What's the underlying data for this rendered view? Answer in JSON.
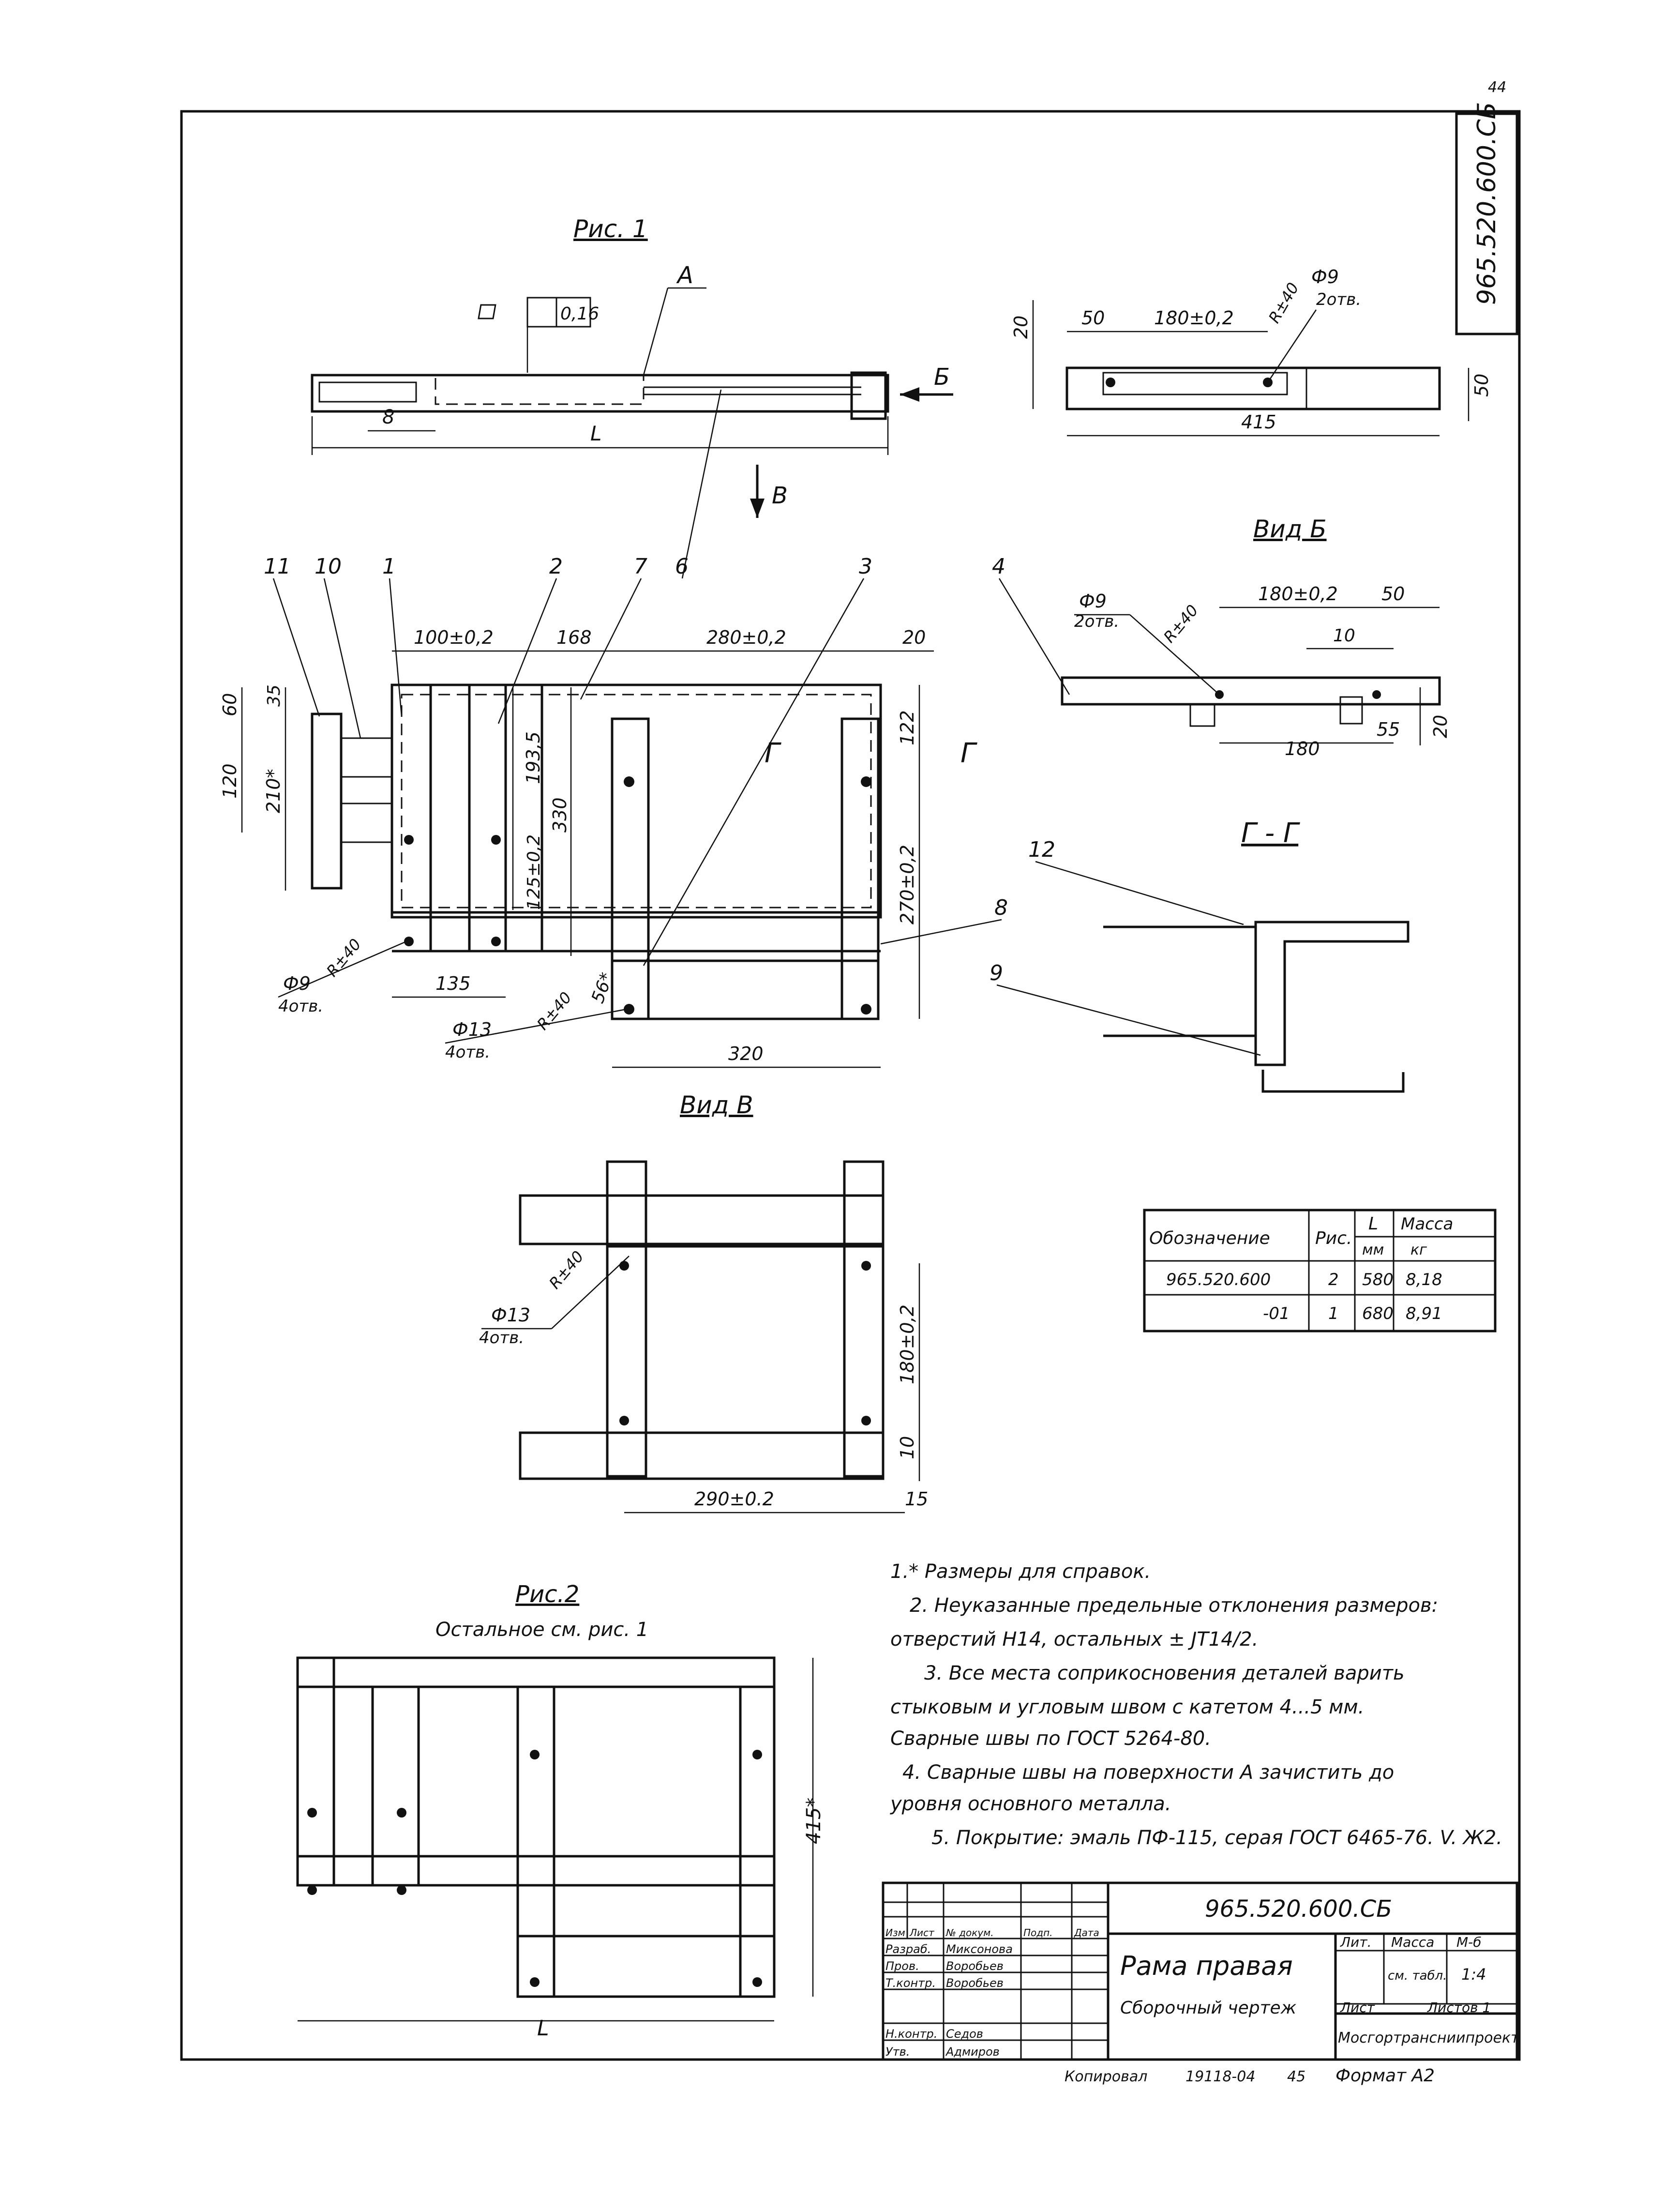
{
  "page_number": "44",
  "doc_code_vertical": "965.520.600.СБ",
  "fig1": {
    "title": "Рис. 1",
    "label_A": "А",
    "label_B_arrow": "Б",
    "label_V_arrow": "В",
    "flatness_tol": "0,16",
    "dim_8": "8",
    "dim_L": "L",
    "pos": [
      "11",
      "10",
      "1",
      "2",
      "7",
      "6",
      "3",
      "4",
      "8",
      "12",
      "9"
    ],
    "dims": {
      "d100": "100±0,2",
      "d168": "168",
      "d280": "280±0,2",
      "d20": "20",
      "d60": "60",
      "d35": "35",
      "d120": "120",
      "d210": "210*",
      "d193": "193,5",
      "d125": "125±0,2",
      "d330": "330",
      "d122": "122",
      "d270": "270±0,2",
      "d135": "135",
      "d56": "56*",
      "d320": "320",
      "phi9": "Ф9",
      "holes4a": "4отв.",
      "r40a": "R±40",
      "phi13": "Ф13",
      "holes4b": "4отв.",
      "r40b": "R±40"
    },
    "section_mark": "Г"
  },
  "top_right": {
    "dim_20": "20",
    "dim_50": "50",
    "dim_180": "180±0,2",
    "r40": "R±40",
    "phi9": "Ф9",
    "holes2": "2отв.",
    "dim_50b": "50",
    "dim_415": "415"
  },
  "view_B": {
    "title": "Вид Б",
    "phi9": "Ф9",
    "holes2": "2отв.",
    "r40": "R±40",
    "dim_180": "180±0,2",
    "dim_50": "50",
    "dim_10": "10",
    "dim_180b": "180",
    "dim_55": "55",
    "dim_20": "20"
  },
  "section_GG": {
    "title": "Г - Г"
  },
  "view_V": {
    "title": "Вид В",
    "phi13": "Ф13",
    "holes4": "4отв.",
    "r40": "R±40",
    "dim_180": "180±0,2",
    "dim_10": "10",
    "dim_290": "290±0.2",
    "dim_15": "15"
  },
  "variant_table": {
    "headers": [
      "Обозначение",
      "Рис.",
      "L",
      "Масса"
    ],
    "units": [
      "мм",
      "кг"
    ],
    "rows": [
      [
        "965.520.600",
        "2",
        "580",
        "8,18"
      ],
      [
        "-01",
        "1",
        "680",
        "8,91"
      ]
    ]
  },
  "fig2": {
    "title": "Рис.2",
    "subtitle": "Остальное см. рис. 1",
    "dim_415": "415*",
    "dim_L": "L"
  },
  "notes": [
    "1.* Размеры для справок.",
    "2. Неуказанные предельные отклонения размеров:",
    "отверстий Н14, остальных ± JT14/2.",
    "3. Все места соприкосновения деталей варить",
    "стыковым и угловым швом с катетом 4...5 мм.",
    "Сварные швы по ГОСТ 5264-80.",
    "4. Сварные швы на поверхности А зачистить до",
    "уровня основного металла.",
    "5. Покрытие: эмаль ПФ-115, серая ГОСТ 6465-76. V. Ж2."
  ],
  "title_block": {
    "code": "965.520.600.СБ",
    "name": "Рама правая",
    "doc_type": "Сборочный чертеж",
    "lit": "Лит.",
    "mass": "Масса",
    "scale_hdr": "М-б",
    "mass_val": "см. табл.",
    "scale_val": "1:4",
    "sheet": "Лист",
    "sheets": "Листов 1",
    "org": "Мосгортрансниипроект",
    "hdr_row": [
      "Изм",
      "Лист",
      "№ докум.",
      "Подп.",
      "Дата"
    ],
    "people": [
      [
        "Разраб.",
        "Миксонова"
      ],
      [
        "Пров.",
        "Воробьев"
      ],
      [
        "Т.контр.",
        "Воробьев"
      ],
      [
        "Н.контр.",
        "Седов"
      ],
      [
        "Утв.",
        "Адмиров"
      ]
    ]
  },
  "footer": {
    "copied": "Копировал",
    "num": "19118-04",
    "n45": "45",
    "format": "Формат А2"
  }
}
